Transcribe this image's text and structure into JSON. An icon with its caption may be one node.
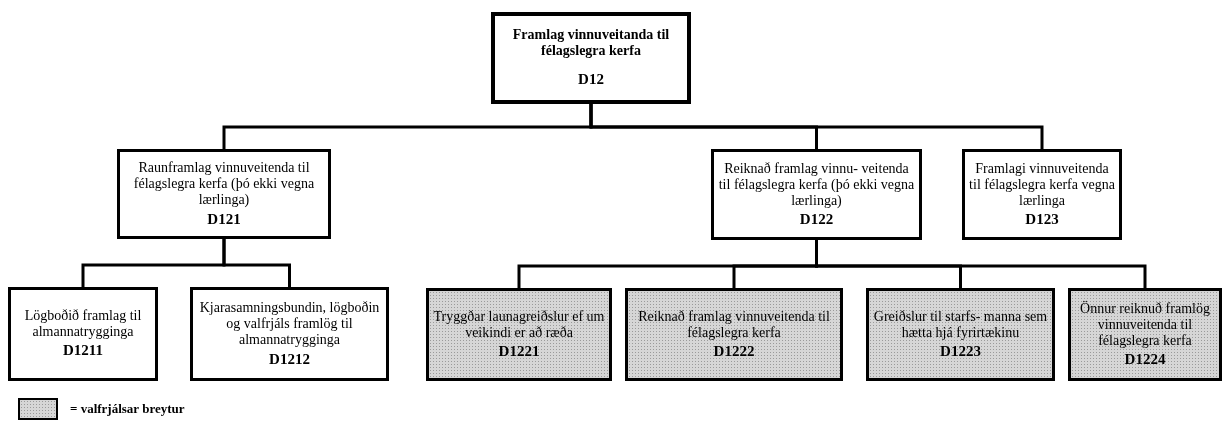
{
  "diagram": {
    "nodes": [
      {
        "text": [
          "Framlag vinnuveitanda til félagslegra kerfa",
          "D12"
        ]
      },
      {
        "text": [
          "Raunframlag vinnuveitenda til félagslegra kerfa (þó ekki vegna lærlinga)",
          "D121"
        ]
      },
      {
        "text": [
          "Reiknað framlag vinnu- veitenda til félagslegra kerfa (þó ekki vegna lærlinga)",
          "D122"
        ]
      },
      {
        "text": [
          "Framlagi vinnuveitenda til félagslegra kerfa vegna lærlinga",
          "D123"
        ]
      },
      {
        "text": [
          "Lögboðið framlag til almannatrygginga",
          "D1211"
        ]
      },
      {
        "text": [
          "Kjarasamningsbundin, lögboðin og valfrjáls framlög til almannatrygginga",
          "D1212"
        ]
      },
      {
        "text": [
          "Tryggðar launagreiðslur ef um veikindi er að ræða",
          "D1221"
        ]
      },
      {
        "text": [
          "Reiknað framlag vinnuveitenda til félagslegra kerfa",
          "D1222"
        ]
      },
      {
        "text": [
          "Greiðslur til starfs- manna sem hætta hjá fyrirtækinu",
          "D1223"
        ]
      },
      {
        "text": [
          "Önnur reiknuð framlög vinnuveitenda til félagslegra kerfa",
          "D1224"
        ]
      }
    ],
    "edges": [
      {
        "from": 0,
        "to": 1,
        "arrow": "none"
      },
      {
        "from": 0,
        "to": 2,
        "arrow": "none"
      },
      {
        "from": 0,
        "to": 3,
        "arrow": "none"
      },
      {
        "from": 1,
        "to": 4,
        "arrow": "none"
      },
      {
        "from": 1,
        "to": 5,
        "arrow": "none"
      },
      {
        "from": 2,
        "to": 6,
        "arrow": "none"
      },
      {
        "from": 2,
        "to": 7,
        "arrow": "none"
      },
      {
        "from": 2,
        "to": 8,
        "arrow": "none"
      },
      {
        "from": 2,
        "to": 9,
        "arrow": "none"
      }
    ],
    "legend": [
      {
        "text": "= valfrjálsar breytur",
        "color": "#d6d6d6"
      }
    ]
  }
}
